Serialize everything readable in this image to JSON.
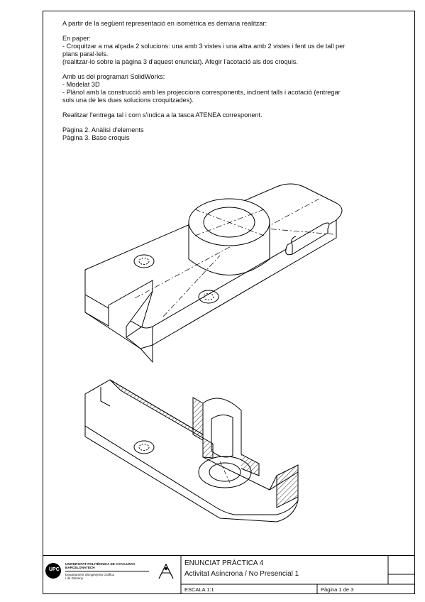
{
  "statement": {
    "intro": "A partir de la següent representació en isomètrica es demana realitzar:",
    "paper": {
      "heading": "En paper:",
      "lines": [
        "- Croquitzar a ma alçada 2 solucions: una amb 3 vistes i una altra amb 2 vistes i fent us de tall per",
        "plans paral·lels.",
        "(realitzar-lo sobre la pàgina 3 d'aquest enunciat). Afegir l'acotació als dos croquis."
      ]
    },
    "software": {
      "heading": "Amb us del programari SolidWorks:",
      "lines": [
        "- Modelat 3D",
        "- Plànol amb la construcció amb les projeccions corresponents, incloent talls i acotació (entregar",
        "sols una de les dues solucions croquitzades)."
      ]
    },
    "delivery": "Realitzar l'entrega tal i com s'indica a la tasca ATENEA corresponent.",
    "pages": [
      "Pàgina 2. Anàlisi d'elements",
      "Pàgina 3. Base croquis"
    ]
  },
  "titleblock": {
    "logo_text": "UPC",
    "university_lines": [
      "UNIVERSITAT POLITÈCNICA DE CATALUNYA",
      "BARCELONATECH"
    ],
    "department_lines": [
      "Departament d'Enginyeria Gràfica",
      "i de Disseny"
    ],
    "title": "ENUNCIAT PRÀCTICA 4",
    "subtitle": "Activitat Asíncrona / No Presencial 1",
    "scale": "ESCALA 1:1",
    "page": "Pàgina 1 de 3"
  }
}
